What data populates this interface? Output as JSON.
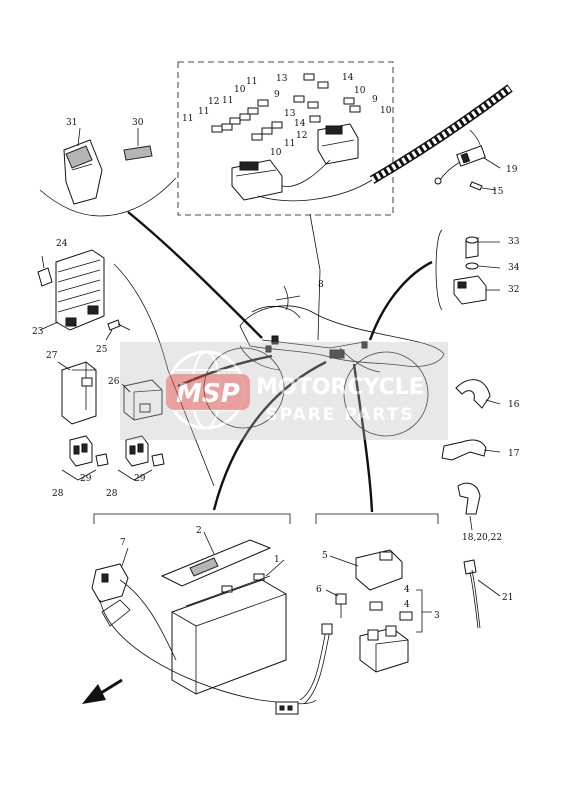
{
  "diagram": {
    "callouts": {
      "c1": "1",
      "c2": "2",
      "c3": "3",
      "c4a": "4",
      "c4b": "4",
      "c5": "5",
      "c6": "6",
      "c7": "7",
      "c8": "8",
      "c9a": "9",
      "c9b": "9",
      "c10a": "10",
      "c10b": "10",
      "c10c": "10",
      "c10d": "10",
      "c11a": "11",
      "c11b": "11",
      "c11c": "11",
      "c11d": "11",
      "c12a": "12",
      "c12b": "12",
      "c13a": "13",
      "c13b": "13",
      "c14a": "14",
      "c14b": "14",
      "c15": "15",
      "c16": "16",
      "c17": "17",
      "c18": "18,20,22",
      "c19": "19",
      "c21": "21",
      "c23": "23",
      "c24": "24",
      "c25": "25",
      "c26": "26",
      "c27": "27",
      "c28a": "28",
      "c28b": "28",
      "c29a": "29",
      "c29b": "29",
      "c30": "30",
      "c31": "31",
      "c32": "32",
      "c33": "33",
      "c34": "34"
    }
  },
  "watermark": {
    "logo": "MSP",
    "line1": "MOTORCYCLE",
    "line2": "SPARE PARTS",
    "color": "#d9534f"
  },
  "colors": {
    "ink": "#111111",
    "watermark_gray": "#9a9a9a"
  }
}
